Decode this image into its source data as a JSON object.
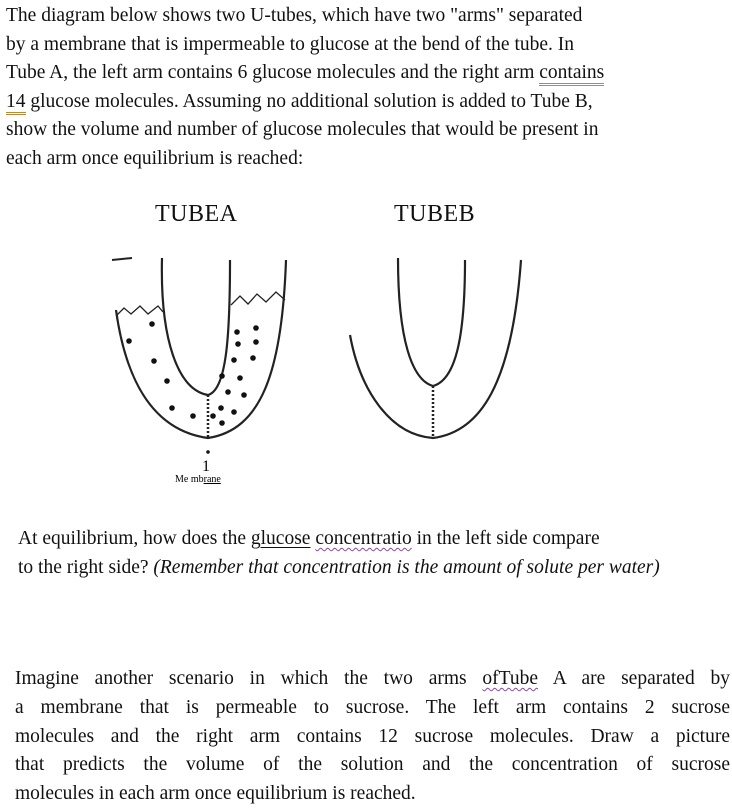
{
  "intro": {
    "line1": "The diagram below shows two U-tubes, which have two \"arms\" separated",
    "line2": "by a membrane that is impermeable to glucose at the bend of the tube. In",
    "line3_a": "Tube A, the left arm contains 6 glucose molecules and the right arm ",
    "line3_b": "contains",
    "line4_a": "14",
    "line4_b": " glucose molecules. Assuming no additional solution is added to Tube B,",
    "line5": "show the volume and number of glucose molecules that would be present in",
    "line6": "each arm once equilibrium is reached:"
  },
  "diagram": {
    "tube_a_label": "TUBEA",
    "tube_b_label": "TUBEB",
    "membrane_arrow": "1",
    "membrane_label_a": "Me mb",
    "membrane_label_b": "rane",
    "left_arm_glucose_count": 6,
    "right_arm_glucose_count": 14
  },
  "question1": {
    "part1": "At equilibrium, how does the ",
    "part2": "glucose",
    "part3": " ",
    "part4": "concentratio",
    "part5": " in the left side compare",
    "part6": "to the right side? ",
    "part7": "(Remember that concentration is the amount of solute per water)"
  },
  "question2": {
    "line1_a": "Imagine another scenario in which the two arms ",
    "line1_b": "ofTube",
    "line1_c": " A are separated by",
    "line2": "a membrane that is permeable to sucrose. The left arm contains 2 sucrose",
    "line3": "molecules and the right arm contains 12 sucrose molecules. Draw a picture",
    "line4": "that predicts the volume of the solution and the concentration of sucrose",
    "line5": "molecules in each arm once equilibrium is reached."
  }
}
